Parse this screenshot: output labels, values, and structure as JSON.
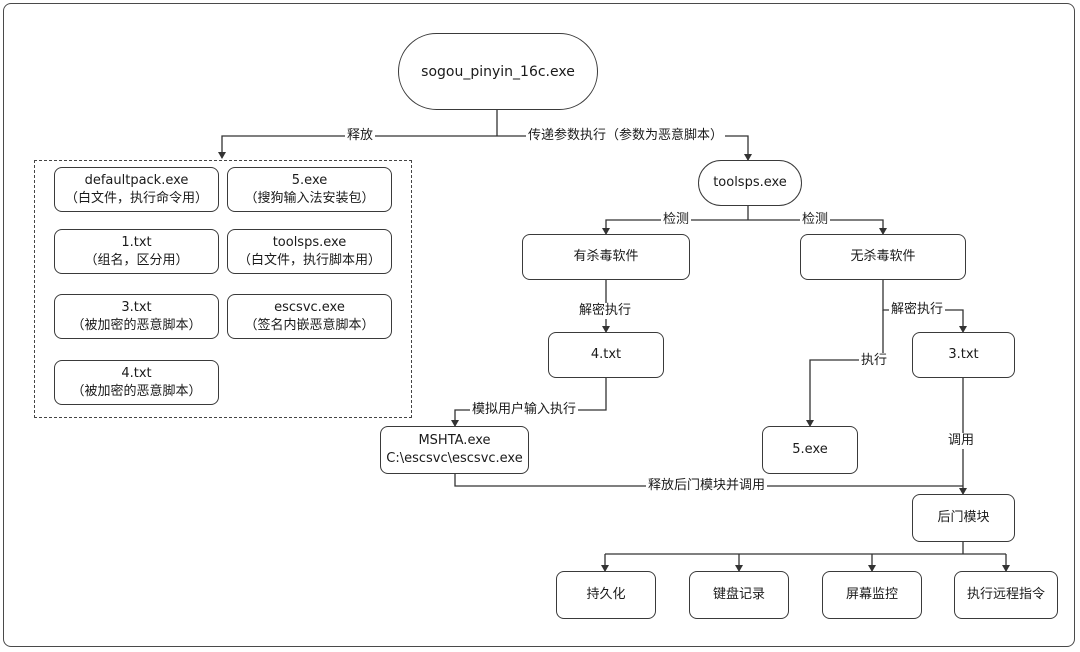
{
  "root": "sogou_pinyin_16c.exe",
  "edge_labels": {
    "release": "释放",
    "pass_params": "传递参数执行（参数为恶意脚本）",
    "detect_left": "检测",
    "detect_right": "检测",
    "decrypt_left": "解密执行",
    "decrypt_right": "解密执行",
    "execute": "执行",
    "simulate": "模拟用户输入执行",
    "invoke": "调用",
    "release_backdoor": "释放后门模块并调用"
  },
  "released_files": [
    {
      "name": "defaultpack.exe",
      "desc": "（白文件，执行命令用）"
    },
    {
      "name": "5.exe",
      "desc": "（搜狗输入法安装包）"
    },
    {
      "name": "1.txt",
      "desc": "（组名，区分用）"
    },
    {
      "name": "toolsps.exe",
      "desc": "（白文件，执行脚本用）"
    },
    {
      "name": "3.txt",
      "desc": "（被加密的恶意脚本）"
    },
    {
      "name": "escsvc.exe",
      "desc": "（签名内嵌恶意脚本）"
    },
    {
      "name": "4.txt",
      "desc": "（被加密的恶意脚本）"
    }
  ],
  "nodes": {
    "toolsps": "toolsps.exe",
    "av_yes": "有杀毒软件",
    "av_no": "无杀毒软件",
    "txt4": "4.txt",
    "txt3": "3.txt",
    "mshta_line1": "MSHTA.exe",
    "mshta_line2": "C:\\escsvc\\escsvc.exe",
    "exe5": "5.exe",
    "backdoor": "后门模块"
  },
  "capabilities": [
    "持久化",
    "键盘记录",
    "屏幕监控",
    "执行远程指令"
  ]
}
